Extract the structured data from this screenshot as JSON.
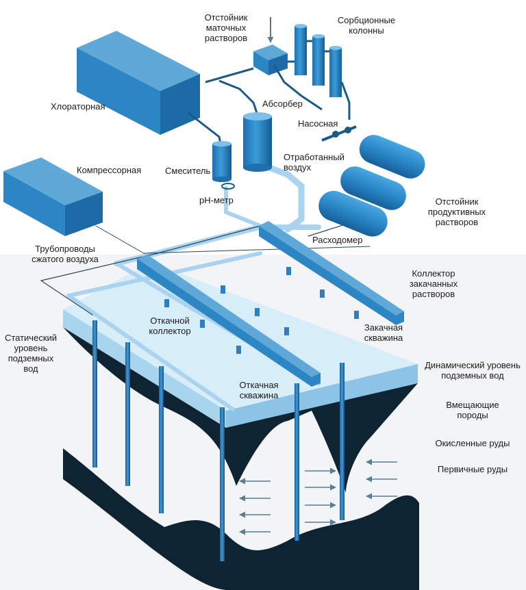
{
  "labels": {
    "settler_mother": "Отстойник\nматочных\nрастворов",
    "sorption_columns": "Сорбционные\nколонны",
    "chlorinator": "Хлораторная",
    "absorber": "Абсорбер",
    "pump_station": "Насосная",
    "exhaust_air": "Отработанный\nвоздух",
    "compressor": "Компрессорная",
    "mixer": "Смеситель",
    "ph_meter": "pH-метр",
    "settler_product": "Отстойник\nпродуктивных\nрастворов",
    "flowmeter": "Расходомер",
    "air_pipelines": "Трубопроводы\nсжатого воздуха",
    "injection_collector": "Коллектор\nзакачанных\nрастворов",
    "pumping_collector": "Откачной\nколлектор",
    "injection_well": "Закачная\nскважина",
    "static_level": "Статический\nуровень\nподземных\nвод",
    "dynamic_level": "Динамический уровень\nподземных вод",
    "pumping_well": "Откачная\nскважина",
    "host_rocks": "Вмещающие\nпороды",
    "oxidized_ores": "Окисленные руды",
    "primary_ores": "Первичные руды"
  },
  "colors": {
    "box_top": "#5fa8d8",
    "box_front": "#2c86c4",
    "box_side": "#1c6aa6",
    "pipe_light": "#a9d3ee",
    "pipe_dark": "#2f7fc0",
    "slab_top": "#c9e6f6",
    "ore_black": "#0e2433",
    "arrow": "#5b7d93",
    "ground_bg": "#f3f4f5"
  }
}
